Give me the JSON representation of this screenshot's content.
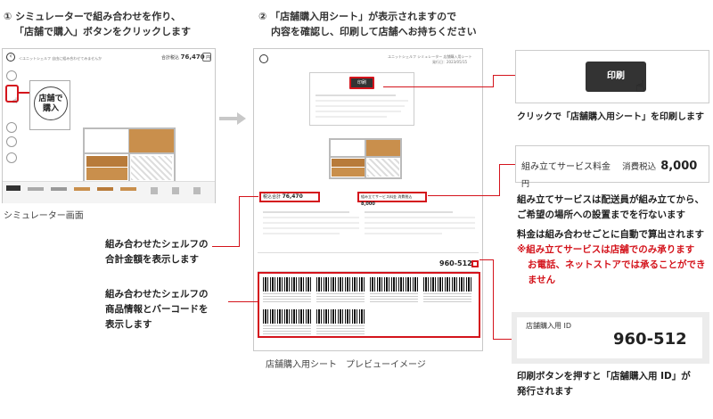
{
  "step1": {
    "line1": "① シミュレーターで組み合わせを作り、",
    "line2": "「店舗で購入」ボタンをクリックします",
    "screen_header": "＜ユニットシェルフ 自由に組み合わせてみませんか",
    "price_label": "合計税込",
    "price_value": "76,470",
    "price_unit": "円",
    "store_button_line1": "店舗で",
    "store_button_line2": "購入",
    "caption": "シミュレーター画面"
  },
  "step2": {
    "line1": "② 「店舗購入用シート」が表示されますので",
    "line2": "内容を確認し、印刷して店舗へお持ちください",
    "sheet_title": "ユニットシェルフ シミュレーター 店舗購入用シート",
    "sheet_date": "発行日：2023/05/15",
    "print_label": "印刷",
    "total_label": "税込合計",
    "total_value": "76,470",
    "service_label": "組み立てサービス料金 消費税込",
    "service_value": "8,000",
    "sheet_id": "960-512",
    "caption": "店舗購入用シート　プレビューイメージ"
  },
  "annotations": {
    "total_line1": "組み合わせたシェルフの",
    "total_line2": "合計金額を表示します",
    "product_line1": "組み合わせたシェルフの",
    "product_line2": "商品情報とバーコードを",
    "product_line3": "表示します"
  },
  "right": {
    "print_button": "印刷",
    "print_caption": "クリックで「店舗購入用シート」を印刷します",
    "service_label": "組み立てサービス料金",
    "service_tax": "消費税込",
    "service_price": "8,000",
    "service_unit": "円",
    "service_desc1": "組み立てサービスは配送員が組み立てから、",
    "service_desc2": "ご希望の場所への設置までを行ないます",
    "service_desc3": "料金は組み合わせごとに自動で算出されます",
    "warn1": "※組み立てサービスは店舗でのみ承ります",
    "warn2": "お電話、ネットストアでは承ることができ",
    "warn3": "ません",
    "id_label": "店舗購入用 ID",
    "id_value": "960-512",
    "id_caption1": "印刷ボタンを押すと「店舗購入用 ID」が",
    "id_caption2": "発行されます"
  },
  "colors": {
    "accent": "#d4141c",
    "wood": "#c98f4c",
    "button_dark": "#333333"
  }
}
